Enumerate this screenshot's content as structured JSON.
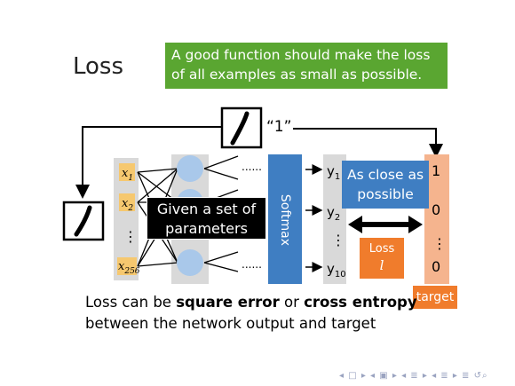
{
  "slide": {
    "title": "Loss",
    "callout_line1": "A good function should make the loss",
    "callout_line2": "of all examples as small as possible.",
    "digit_label": "“1”",
    "inputs": [
      "x1",
      "x2",
      "x256"
    ],
    "input_subscripts": [
      "1",
      "2",
      "256"
    ],
    "given_line1": "Given a set of",
    "given_line2": "parameters",
    "softmax": "Softmax",
    "outputs": [
      "y",
      "y",
      "y"
    ],
    "output_subscripts": [
      "1",
      "2",
      "10"
    ],
    "close_line1": "As close as",
    "close_line2": "possible",
    "loss_word": "Loss",
    "loss_symbol": "l",
    "targets": [
      "1",
      "0",
      "0"
    ],
    "target_label": "target",
    "caption_pre": "Loss can be ",
    "caption_b1": "square error",
    "caption_mid": " or ",
    "caption_b2": "cross entropy",
    "caption_line2": "between the network output and target",
    "dots": "......",
    "vdots": "⋮"
  },
  "colors": {
    "green": "#5aa631",
    "blue": "#3f7ec2",
    "orange": "#f07c2c",
    "input_yellow": "#f6c86f",
    "neuron": "#a9c8ea",
    "panel": "#d9d9d9",
    "target_panel": "#f5b48e"
  },
  "nav_icons": [
    "prev-frame-icon",
    "prev-section-icon",
    "prev-subsection-icon",
    "next-icon",
    "search-icon"
  ]
}
